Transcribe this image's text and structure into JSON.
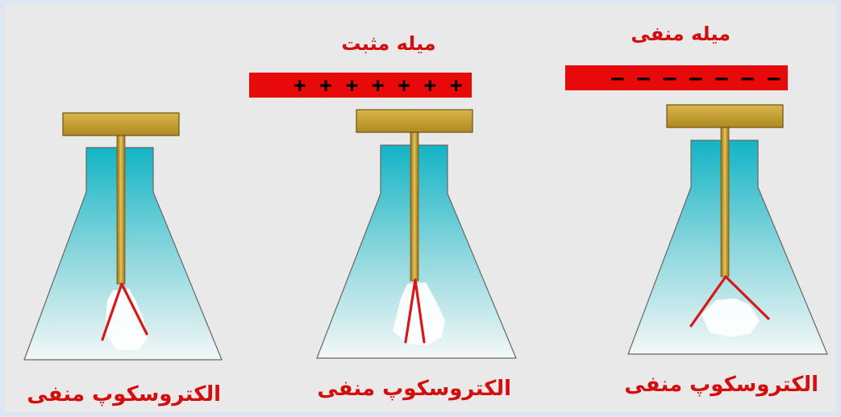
{
  "colors": {
    "text_red": "#d40d0d",
    "rod_red": "#e80a0a",
    "charge_black": "#000000",
    "cap_gold": "#c8a233",
    "stem_gold": "#b8902a",
    "flask_cyan_top": "#15b7c8",
    "flask_cyan_bottom": "#f2f6f6",
    "leaf_red": "#d81818",
    "background": "#e9e9ea",
    "frame": "#dde6f2"
  },
  "rods": [
    {
      "title": "میله مثبت",
      "charges": "+ + + + + + +"
    },
    {
      "title": "میله منفی",
      "charges": "– – – – – – –"
    }
  ],
  "scopes": [
    {
      "title": "الکتروسکوپ منفی",
      "leaves": "wide"
    },
    {
      "title": "الکتروسکوپ منفی",
      "leaves": "closed"
    },
    {
      "title": "الکتروسکوپ منفی",
      "leaves": "widest"
    }
  ]
}
